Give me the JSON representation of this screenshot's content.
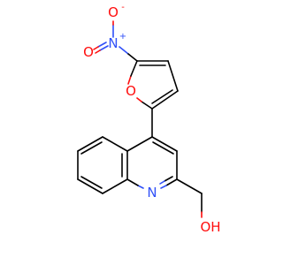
{
  "colors": {
    "bond": "#000000",
    "oxygen": "#ff0d0d",
    "nitrogen": "#3050f8",
    "background": "#ffffff"
  },
  "atoms": {
    "o_minus": {
      "symbol": "O",
      "charge": "-"
    },
    "n_nitro": {
      "symbol": "N",
      "charge": "+"
    },
    "o_double": {
      "symbol": "O"
    },
    "o_furan": {
      "symbol": "O"
    },
    "n_quinoline": {
      "symbol": "N"
    },
    "o_hydroxyl": {
      "symbol": "OH"
    }
  }
}
